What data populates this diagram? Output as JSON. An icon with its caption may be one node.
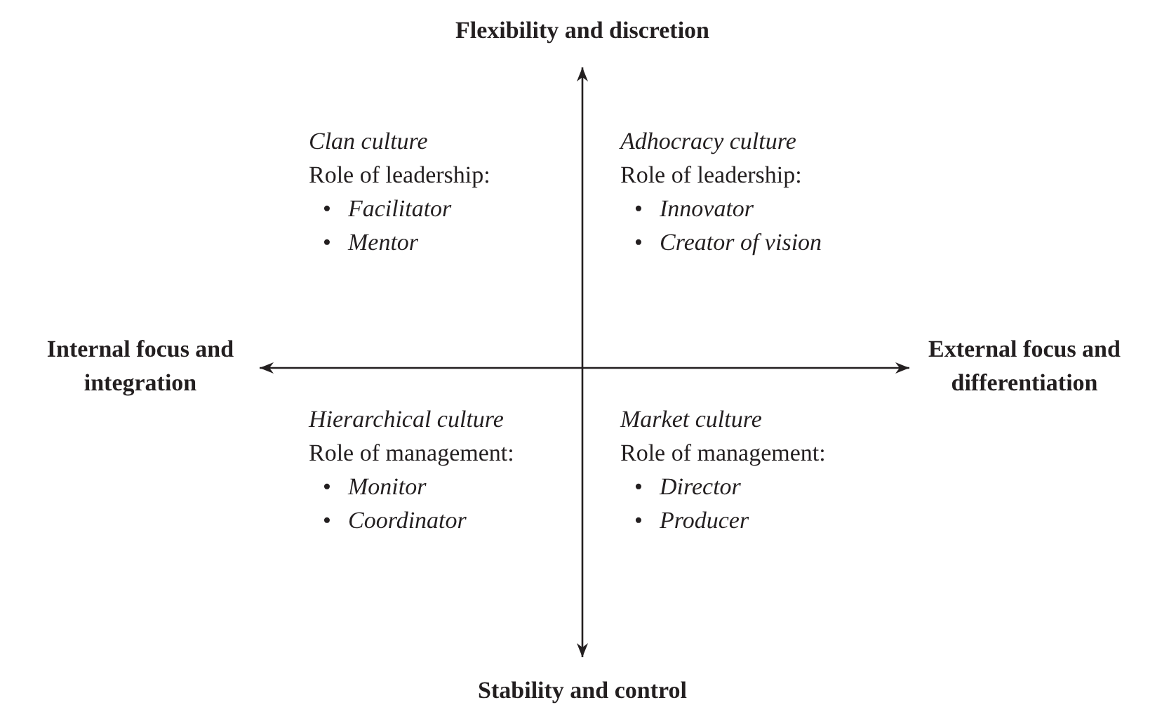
{
  "diagram": {
    "nodes": [
      {
        "text": [
          "Flexibility and discretion"
        ]
      },
      {
        "text": [
          "Internal focus and integration"
        ]
      },
      {
        "text": [
          "External focus and differentiation"
        ]
      },
      {
        "text": [
          "Stability and control"
        ]
      }
    ],
    "edges": [
      {
        "from": 0,
        "to": 3,
        "arrow": "both"
      },
      {
        "from": 1,
        "to": 2,
        "arrow": "both"
      }
    ],
    "labels": [
      "Clan culture",
      "Role of leadership:",
      "•",
      "Facilitator",
      "•",
      "Mentor",
      "Adhocracy culture",
      "Role of leadership:",
      "•",
      "Innovator",
      "•",
      "Creator of vision",
      "Hierarchical culture",
      "Role of management:",
      "•",
      "Monitor",
      "•",
      "Coordinator",
      "Market culture",
      "Role of management:",
      "•",
      "Director",
      "•",
      "Producer"
    ]
  }
}
